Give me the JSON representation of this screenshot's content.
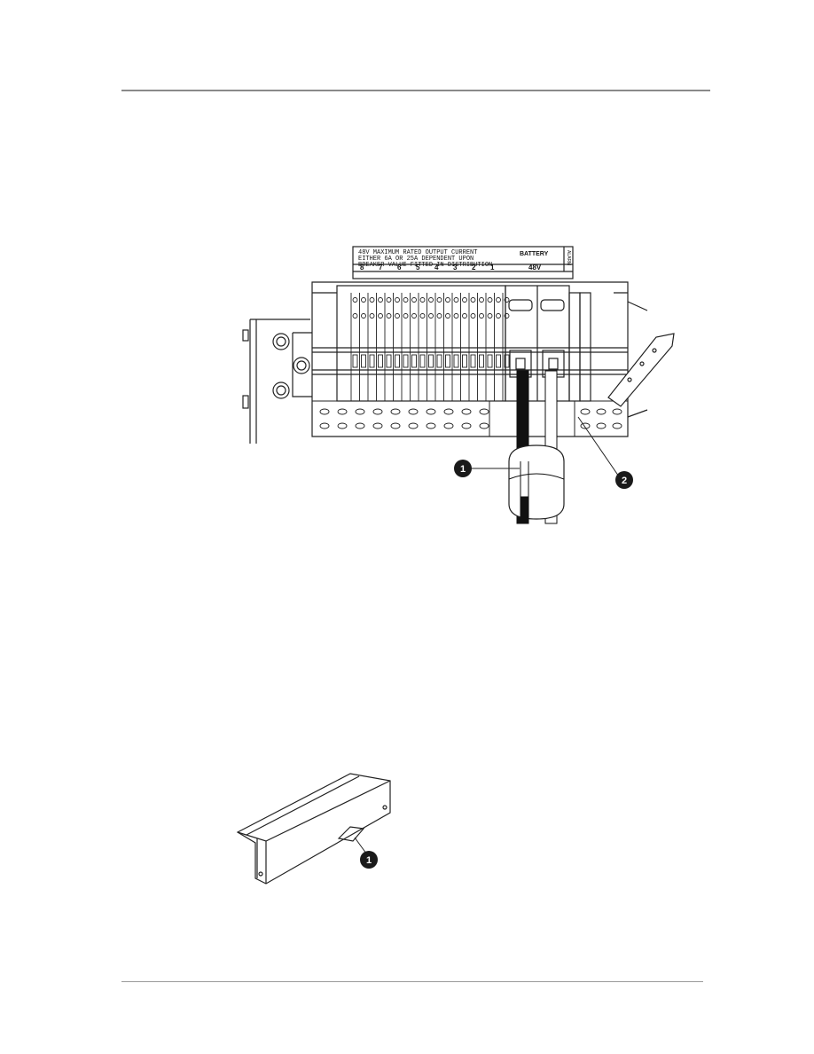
{
  "figure1": {
    "label_line1": "48V MAXIMUM RATED OUTPUT CURRENT",
    "label_line2": "EITHER 6A OR 25A DEPENDENT UPON",
    "label_line3": "BREAKER VALUE FITTED IN DISTRIBUTION",
    "battery_label": "BATTERY",
    "voltage_label": "48V",
    "channel_numbers": [
      "8",
      "7",
      "6",
      "5",
      "4",
      "3",
      "2",
      "1"
    ],
    "side_label": "ALARM",
    "callout_1": "1",
    "callout_2": "2"
  },
  "figure2": {
    "callout_1": "1"
  }
}
